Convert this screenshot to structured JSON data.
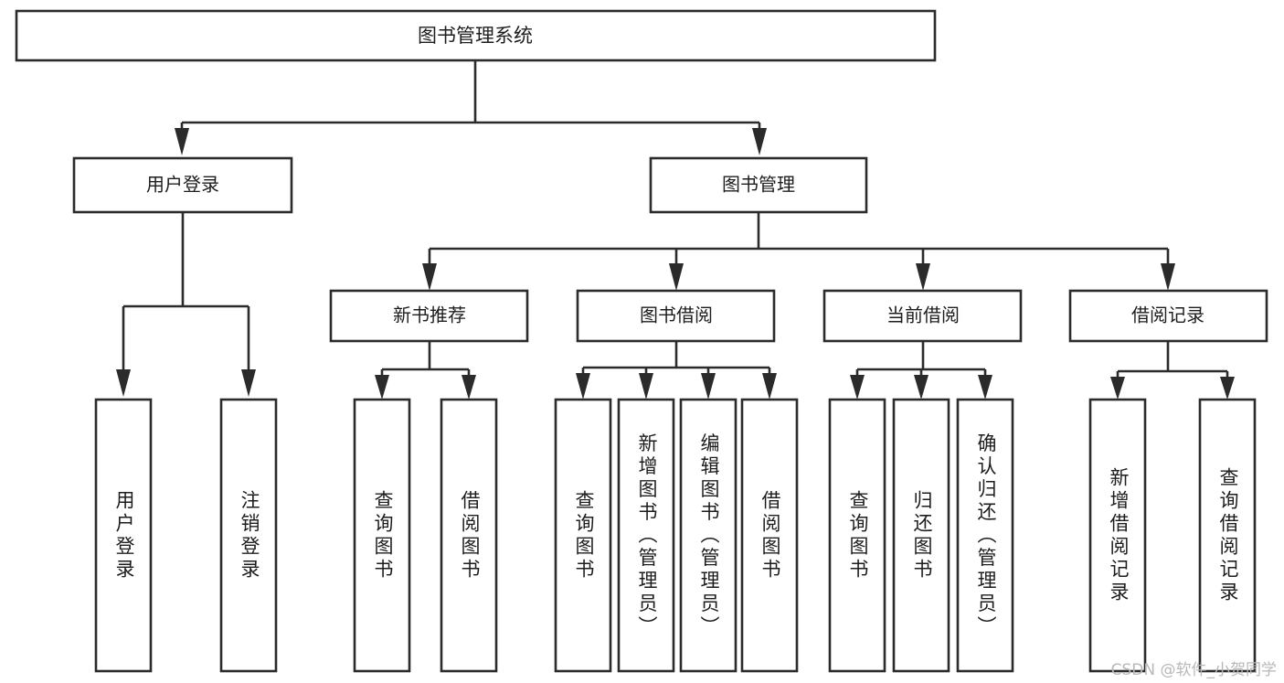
{
  "diagram": {
    "type": "tree-hierarchy",
    "title": "图书管理系统",
    "watermark": "CSDN @软件_小贺同学",
    "colors": {
      "background": "#ffffff",
      "stroke": "#2b2b2b",
      "text": "#1d1d1d",
      "watermark": "#b8b8b8"
    },
    "root": {
      "id": "root",
      "label": "图书管理系统"
    },
    "level1": [
      {
        "id": "user-login",
        "label": "用户登录"
      },
      {
        "id": "book-management",
        "label": "图书管理"
      }
    ],
    "level2": [
      {
        "id": "new-book-recommend",
        "label": "新书推荐",
        "parent": "book-management"
      },
      {
        "id": "book-borrow",
        "label": "图书借阅",
        "parent": "book-management"
      },
      {
        "id": "current-borrow",
        "label": "当前借阅",
        "parent": "book-management"
      },
      {
        "id": "borrow-record",
        "label": "借阅记录",
        "parent": "book-management"
      }
    ],
    "leaves": {
      "user-login": [
        {
          "id": "leaf-user-login",
          "label": "用户登录"
        },
        {
          "id": "leaf-user-logout",
          "label": "注销登录"
        }
      ],
      "new-book-recommend": [
        {
          "id": "leaf-query-book-1",
          "label": "查询图书"
        },
        {
          "id": "leaf-borrow-book-1",
          "label": "借阅图书"
        }
      ],
      "book-borrow": [
        {
          "id": "leaf-query-book-2",
          "label": "查询图书"
        },
        {
          "id": "leaf-add-book",
          "label": "新增图书（管理员）"
        },
        {
          "id": "leaf-edit-book",
          "label": "编辑图书（管理员）"
        },
        {
          "id": "leaf-borrow-book-2",
          "label": "借阅图书"
        }
      ],
      "current-borrow": [
        {
          "id": "leaf-query-book-3",
          "label": "查询图书"
        },
        {
          "id": "leaf-return-book",
          "label": "归还图书"
        },
        {
          "id": "leaf-confirm-return",
          "label": "确认归还（管理员）"
        }
      ],
      "borrow-record": [
        {
          "id": "leaf-add-record",
          "label": "新增借阅记录"
        },
        {
          "id": "leaf-query-record",
          "label": "查询借阅记录"
        }
      ]
    }
  }
}
